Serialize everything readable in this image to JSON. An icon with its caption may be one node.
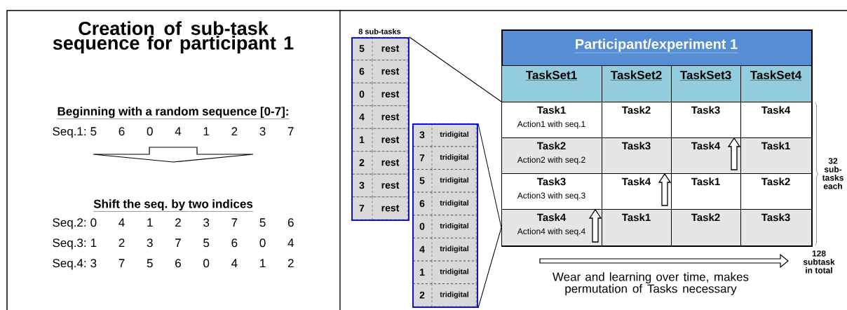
{
  "diagram": {
    "nodes": [
      {
        "text": [
          "8 sub-tasks"
        ]
      },
      {
        "text": [
          "5",
          "rest"
        ],
        "in": 0
      },
      {
        "text": [
          "6",
          "rest"
        ],
        "in": 0
      },
      {
        "text": [
          "0",
          "rest"
        ],
        "in": 0
      },
      {
        "text": [
          "4",
          "rest"
        ],
        "in": 0
      },
      {
        "text": [
          "1",
          "rest"
        ],
        "in": 0
      },
      {
        "text": [
          "2",
          "rest"
        ],
        "in": 0
      },
      {
        "text": [
          "3",
          "rest"
        ],
        "in": 0
      },
      {
        "text": [
          "7",
          "rest"
        ],
        "in": 0
      },
      {
        "text": [],
        "shape": "box"
      },
      {
        "text": [
          "3",
          "tridigital"
        ],
        "in": 9
      },
      {
        "text": [
          "7",
          "tridigital"
        ],
        "in": 9
      },
      {
        "text": [
          "5",
          "tridigital"
        ],
        "in": 9
      },
      {
        "text": [
          "6",
          "tridigital"
        ],
        "in": 9
      },
      {
        "text": [
          "0",
          "tridigital"
        ],
        "in": 9
      },
      {
        "text": [
          "4",
          "tridigital"
        ],
        "in": 9
      },
      {
        "text": [
          "1",
          "tridigital"
        ],
        "in": 9
      },
      {
        "text": [
          "2",
          "tridigital"
        ],
        "in": 9
      },
      {
        "text": [
          "Participant/experiment 1"
        ]
      },
      {
        "text": [
          "TaskSet1"
        ],
        "in": 18
      },
      {
        "text": [
          "TaskSet2"
        ],
        "in": 18
      },
      {
        "text": [
          "TaskSet3"
        ],
        "in": 18
      },
      {
        "text": [
          "TaskSet4"
        ],
        "in": 18
      },
      {
        "text": [
          "Task1",
          "Action1 with seq.1"
        ],
        "in": 18
      },
      {
        "text": [
          "Task2"
        ],
        "in": 18
      },
      {
        "text": [
          "Task3"
        ],
        "in": 18
      },
      {
        "text": [
          "Task4"
        ],
        "in": 18
      },
      {
        "text": [
          "Task2",
          "Action2 with seq.2"
        ],
        "in": 18
      },
      {
        "text": [
          "Task3"
        ],
        "in": 18
      },
      {
        "text": [
          "Task4"
        ],
        "in": 18
      },
      {
        "text": [
          "Task1"
        ],
        "in": 18
      },
      {
        "text": [
          "Task3",
          "Action3 with seq.3"
        ],
        "in": 18
      },
      {
        "text": [
          "Task4"
        ],
        "in": 18
      },
      {
        "text": [
          "Task1"
        ],
        "in": 18
      },
      {
        "text": [
          "Task2"
        ],
        "in": 18
      },
      {
        "text": [
          "Task4",
          "Action4 with seq.4"
        ],
        "in": 18
      },
      {
        "text": [
          "Task1"
        ],
        "in": 18
      },
      {
        "text": [
          "Task2"
        ],
        "in": 18
      },
      {
        "text": [
          "Task3"
        ],
        "in": 18
      }
    ],
    "edges": [
      {
        "from": 0,
        "to": 23,
        "arrow": "none"
      },
      {
        "from": 9,
        "to": 35,
        "arrow": "none"
      },
      {
        "from": 9,
        "to": 35,
        "arrow": "none"
      },
      {
        "from": 35,
        "to": 31,
        "arrow": "to",
        "style": "thick"
      },
      {
        "from": 32,
        "to": 28,
        "arrow": "to",
        "style": "thick"
      },
      {
        "from": 29,
        "to": 25,
        "arrow": "to",
        "style": "thick"
      }
    ],
    "labels": [
      "Creation of sub-task sequence for participant 1",
      "Beginning with a random sequence [0-7]:",
      "Seq.1: 5 6 0 4 1 2 3 7",
      "Shift the seq. by two indices",
      "Seq.2: 0 4 1 2 3 7 5 6",
      "Seq.3: 1 2 3 7 5 6 0 4",
      "Seq.4: 3 7 5 6 0 4 1 2",
      "32 sub-tasks each",
      "128 subtask in total",
      "Wear and learning over time, makes permutation of Tasks necessary"
    ]
  }
}
